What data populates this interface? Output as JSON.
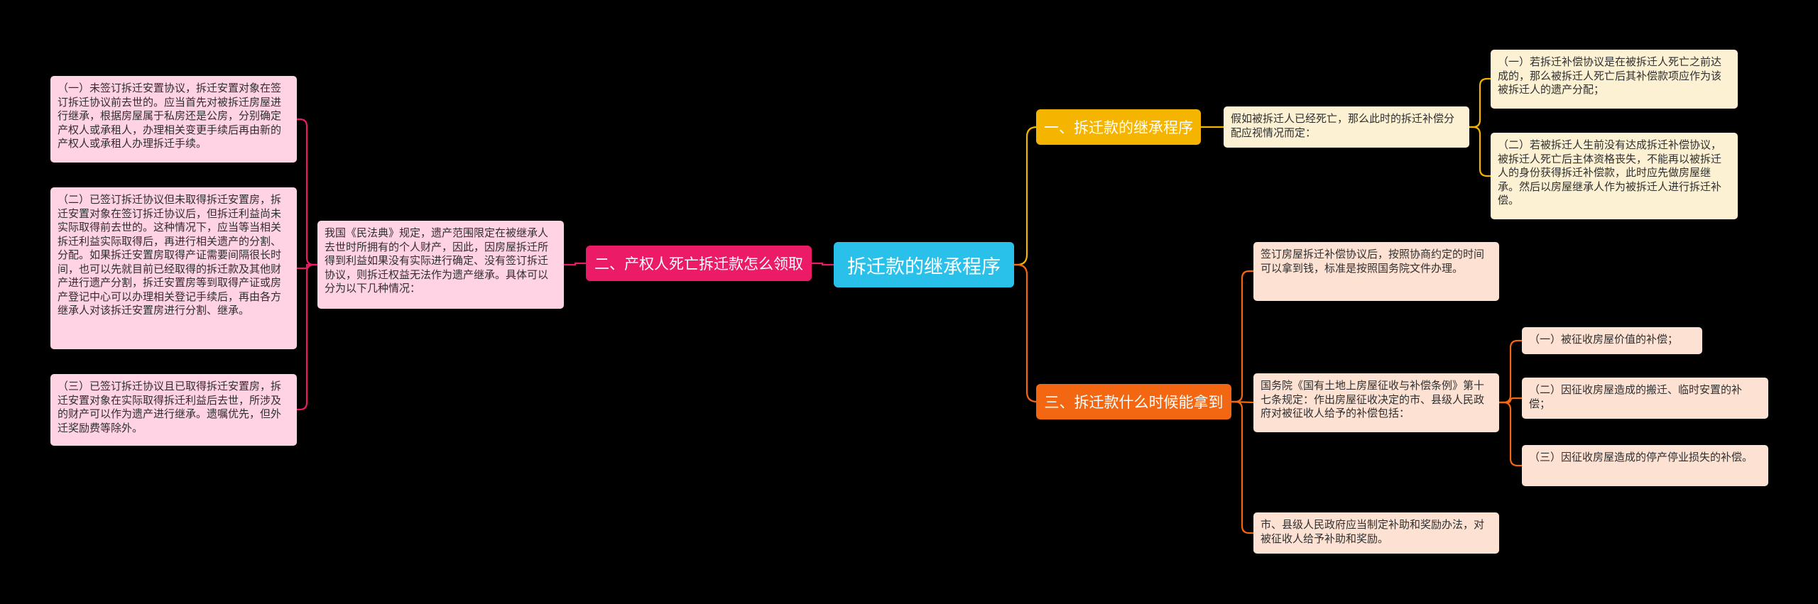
{
  "root": {
    "label": "拆迁款的继承程序"
  },
  "branches": [
    {
      "label": "一、拆迁款的继承程序",
      "color": "#f4b400",
      "intro": "假如被拆迁人已经死亡，那么此时的拆迁补偿分配应视情况而定：",
      "items": [
        "（一）若拆迁补偿协议是在被拆迁人死亡之前达成的，那么被拆迁人死亡后其补偿款项应作为该被拆迁人的遗产分配；",
        "（二）若被拆迁人生前没有达成拆迁补偿协议，被拆迁人死亡后主体资格丧失，不能再以被拆迁人的身份获得拆迁补偿款，此时应先做房屋继承。然后以房屋继承人作为被拆迁人进行拆迁补偿。"
      ]
    },
    {
      "label": "二、产权人死亡拆迁款怎么领取",
      "color": "#eb1b67",
      "intro": "我国《民法典》规定，遗产范围限定在被继承人去世时所拥有的个人财产，因此，因房屋拆迁所得到利益如果没有实际进行确定、没有签订拆迁协议，则拆迁权益无法作为遗产继承。具体可以分为以下几种情况：",
      "items": [
        "（一）未签订拆迁安置协议，拆迁安置对象在签订拆迁协议前去世的。应当首先对被拆迁房屋进行继承，根据房屋属于私房还是公房，分别确定产权人或承租人，办理相关变更手续后再由新的产权人或承租人办理拆迁手续。",
        "（二）已签订拆迁协议但未取得拆迁安置房，拆迁安置对象在签订拆迁协议后，但拆迁利益尚未实际取得前去世的。这种情况下，应当等当相关拆迁利益实际取得后，再进行相关遗产的分割、分配。如果拆迁安置房取得产证需要间隔很长时间，也可以先就目前已经取得的拆迁款及其他财产进行遗产分割，拆迁安置房等到取得产证或房产登记中心可以办理相关登记手续后，再由各方继承人对该拆迁安置房进行分割、继承。",
        "（三）已签订拆迁协议且已取得拆迁安置房，拆迁安置对象在实际取得拆迁利益后去世，所涉及的财产可以作为遗产进行继承。遗嘱优先，但外迁奖励费等除外。"
      ]
    },
    {
      "label": "三、拆迁款什么时候能拿到",
      "color": "#f36712",
      "items": [
        "签订房屋拆迁补偿协议后，按照协商约定的时间可以拿到钱，标准是按照国务院文件办理。",
        "国务院《国有土地上房屋征收与补偿条例》第十七条规定：作出房屋征收决定的市、县级人民政府对被征收人给予的补偿包括：",
        "市、县级人民政府应当制定补助和奖励办法，对被征收人给予补助和奖励。"
      ],
      "subitems": [
        "（一）被征收房屋价值的补偿；",
        "（二）因征收房屋造成的搬迁、临时安置的补偿；",
        "（三）因征收房屋造成的停产停业损失的补偿。"
      ]
    }
  ]
}
